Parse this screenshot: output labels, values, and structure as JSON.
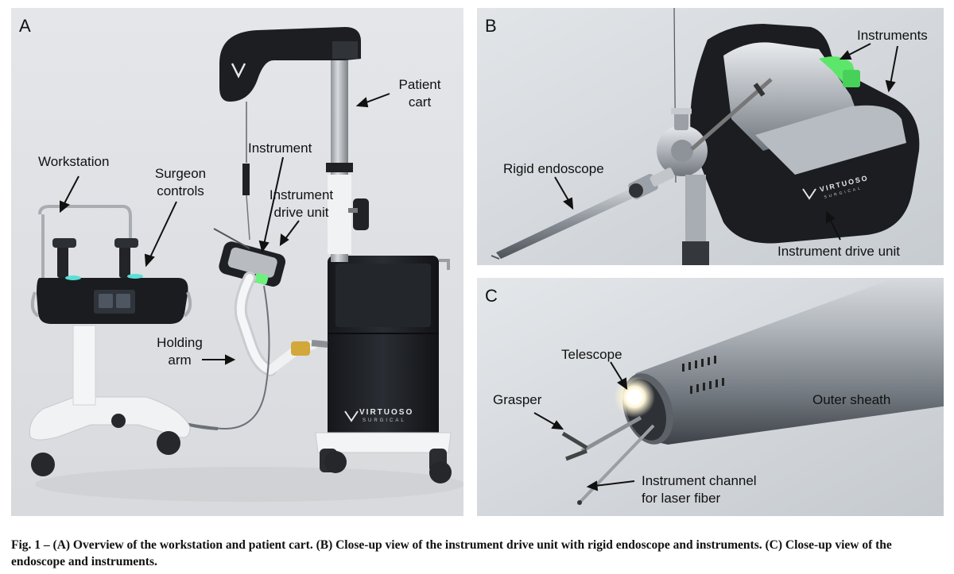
{
  "panels": {
    "a": {
      "letter": "A",
      "labels": {
        "workstation": "Workstation",
        "surgeon_controls_1": "Surgeon",
        "surgeon_controls_2": "controls",
        "instrument": "Instrument",
        "instrument_drive_unit_1": "Instrument",
        "instrument_drive_unit_2": "drive unit",
        "patient_cart_1": "Patient",
        "patient_cart_2": "cart",
        "holding_arm_1": "Holding",
        "holding_arm_2": "arm"
      },
      "brand_text": "VIRTUOSO",
      "brand_sub": "SURGICAL"
    },
    "b": {
      "letter": "B",
      "labels": {
        "instruments": "Instruments",
        "rigid_endoscope": "Rigid endoscope",
        "instrument_drive_unit": "Instrument drive unit"
      },
      "brand_text": "VIRTUOSO",
      "brand_sub": "SURGICAL"
    },
    "c": {
      "letter": "C",
      "labels": {
        "telescope": "Telescope",
        "grasper": "Grasper",
        "outer_sheath": "Outer sheath",
        "instrument_channel_1": "Instrument channel",
        "instrument_channel_2": "for laser fiber"
      }
    }
  },
  "caption": {
    "fig": "Fig. 1",
    "text": " – (A) Overview of the workstation and patient cart. (B) Close-up view of the instrument drive unit with rigid endoscope and instruments. (C) Close-up view of the endoscope and instruments."
  }
}
